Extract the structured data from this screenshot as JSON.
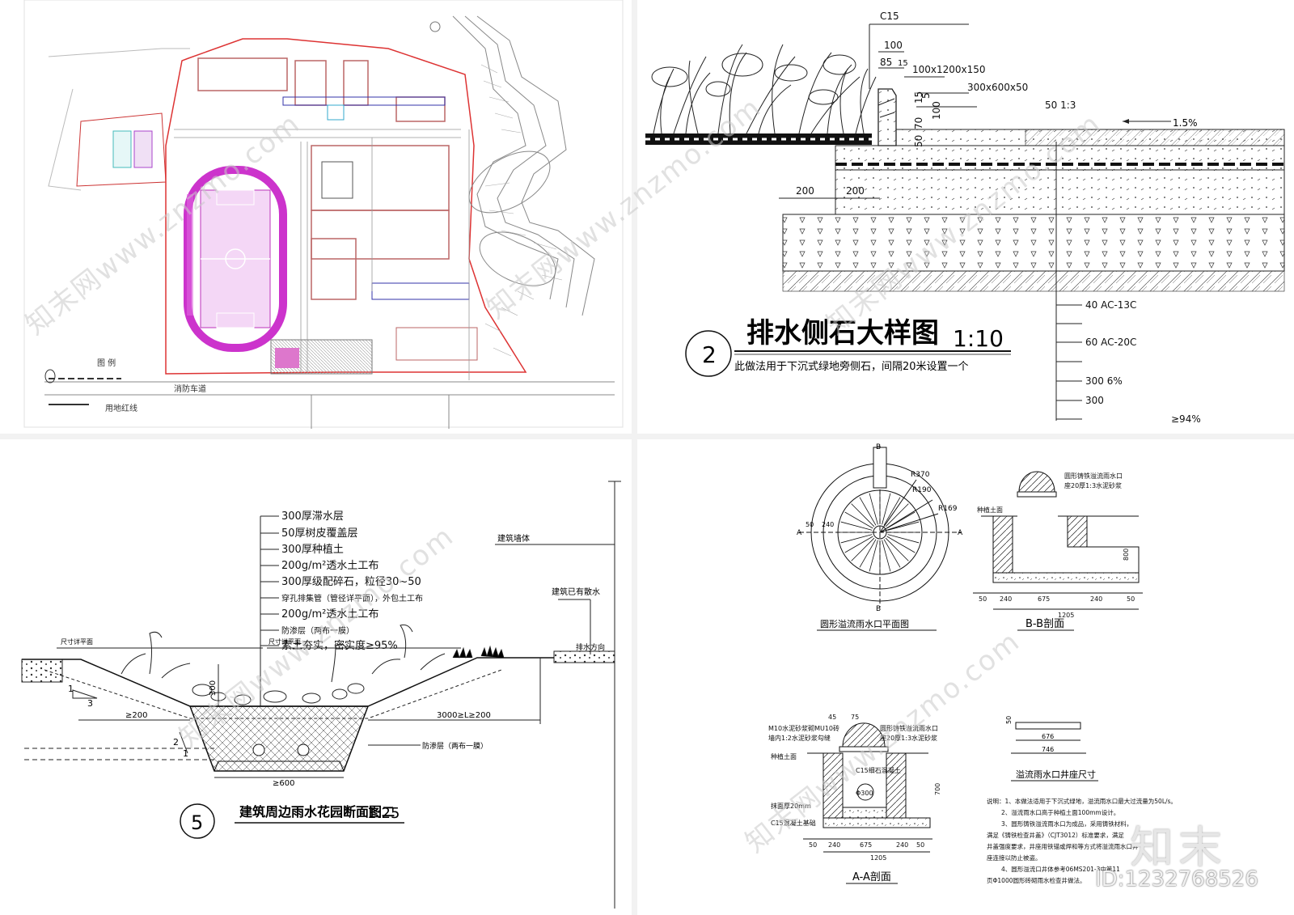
{
  "site_plan": {
    "legend_title": "图 例",
    "road_label": "消防车道",
    "boundary_label": "用地红线"
  },
  "curb_detail": {
    "number": "2",
    "title": "排水侧石大样图",
    "scale": "1:10",
    "note": "此做法用于下沉式绿地旁侧石，间隔20米设置一个",
    "labels": {
      "c15": "C15",
      "dim100": "100",
      "dim85": "85",
      "dim15": "15",
      "curb_size": "100x1200x150",
      "stone_size": "300x600x50",
      "mortar": "50 1:3",
      "slope": "1.5%",
      "h15": "15",
      "h5": "5",
      "h70": "70",
      "h50": "50",
      "h100": "100",
      "w200a": "200",
      "w200b": "200"
    },
    "layers": [
      "40 AC-13C",
      "",
      "60 AC-20C",
      "",
      "300 6%",
      "300",
      "≥94%"
    ]
  },
  "rain_garden": {
    "number": "5",
    "title": "建筑周边雨水花园断面图二",
    "scale": "1:25",
    "layers": [
      "300厚滞水层",
      "50厚树皮覆盖层",
      "300厚种植土",
      "200g/m²透水土工布",
      "300厚级配碎石，粒径30~50",
      "穿孔排集管（管径详平面），外包土工布",
      "200g/m²透水土工布",
      "防渗层（两布一膜）",
      "素土夯实，密实度≥95%"
    ],
    "building_wall": "建筑墙体",
    "downpipe": "建筑已有散水",
    "flow": "排水方向",
    "size_ref_left": "尺寸详平面",
    "size_ref_mid": "尺寸详平面",
    "dim_300": "300",
    "dim_left": "≥200",
    "dim_right": "3000≥L≥200",
    "dim_bottom": "≥600",
    "impermeable": "防渗层（两布一膜）",
    "slope_1": "1",
    "slope_3": "3",
    "slope_2": "2",
    "slope_1b": "1"
  },
  "overflow": {
    "plan_title": "圆形溢流雨水口平面图",
    "bb_title": "B-B剖面",
    "aa_title": "A-A剖面",
    "seat_title": "溢流雨水口井座尺寸",
    "r370": "R370",
    "r190": "R190",
    "r169": "R169",
    "d240": "240",
    "d50": "50",
    "b_label": "B",
    "a_label": "A",
    "bb_dims": [
      "50",
      "240",
      "675",
      "240",
      "50"
    ],
    "bb_total": "1205",
    "bb_h": "800",
    "aa_dims": [
      "50",
      "240",
      "675",
      "240",
      "50"
    ],
    "aa_total": "1205",
    "aa_h": "700",
    "seat_w1": "676",
    "seat_w2": "746",
    "seat_h": "50",
    "aa_top": [
      "45",
      "75"
    ],
    "notes_cast": "圆形铸铁溢流雨水口",
    "notes_mortar": "座20厚1:3水泥砂浆",
    "soil": "种植土面",
    "mu10": "M10水泥砂浆砌MU10砖",
    "plaster": "墙内1:2水泥砂浆勾缝",
    "c15a": "C15细石混凝土",
    "c15b": "C15混凝土基础",
    "bottom": "抹面厚20mm",
    "pipe": "Φ300",
    "notes": [
      "说明：1、本做法适用于下沉式绿地，溢流雨水口最大过流量为50L/s。",
      "2、溢流雨水口高于种植土面100mm设计。",
      "3、圆形铸铁溢流雨水口为成品，采用铸铁材料，",
      "满足《铸铁检查井盖》（CJT3012）标准要求，满足",
      "井盖强度要求，井座用铁锚或焊和等方式将溢流雨水口井",
      "座连接以防止被盗。",
      "4、圆形溢流口井体参考06MS201-3中第11",
      "页Φ1000圆形砖砌雨水检查井做法。"
    ]
  },
  "watermark": {
    "text": "知末网www.znzmo.com",
    "logo": "知末",
    "id": "ID:1232768526"
  }
}
